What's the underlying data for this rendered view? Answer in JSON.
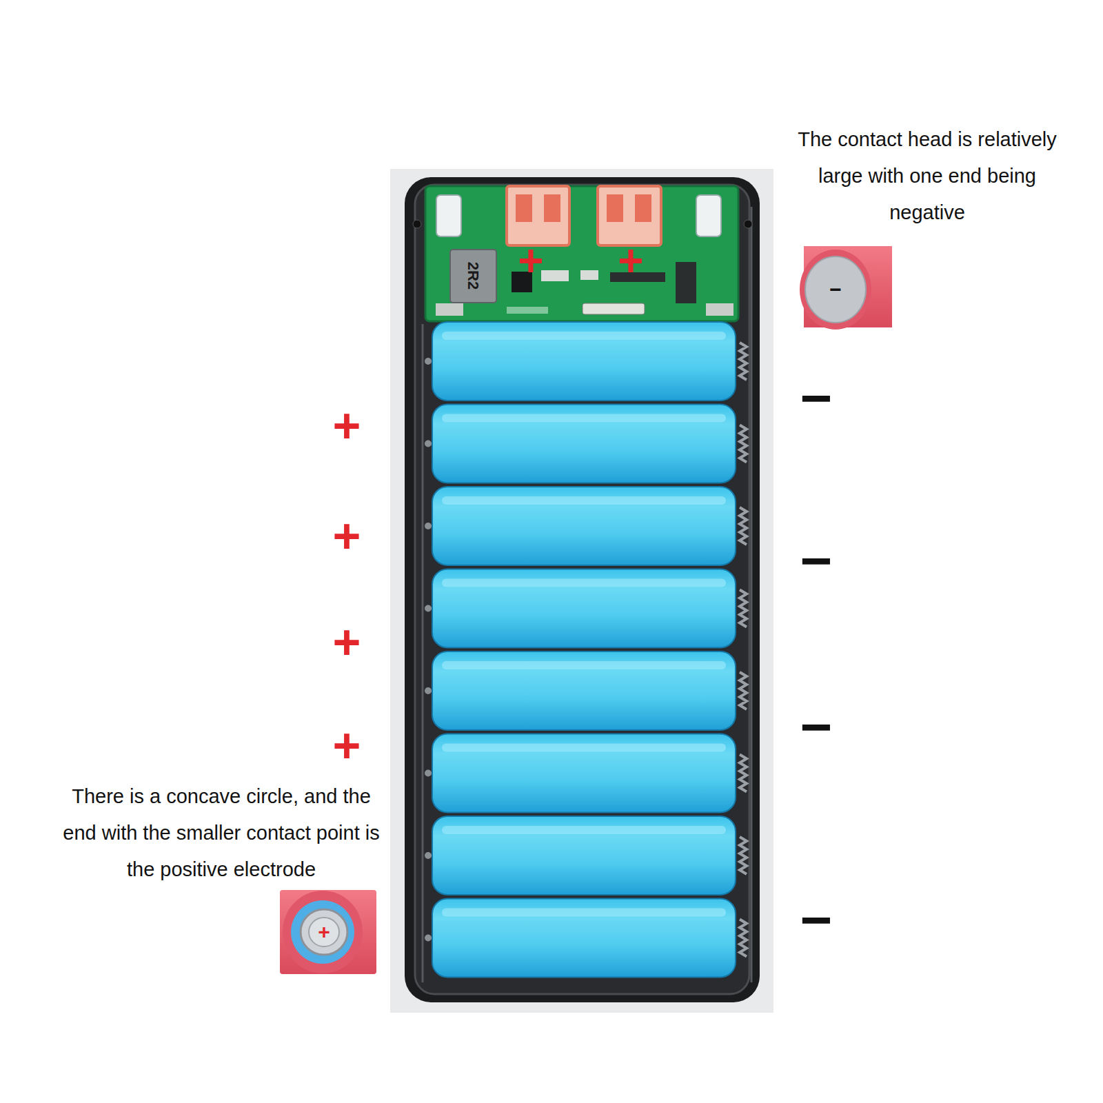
{
  "diagram": {
    "labels": [
      "The contact head is relatively large with one end being negative",
      "There is a concave circle, and the end with the smaller contact point is the positive electrode",
      "2R2",
      "+",
      "+",
      "−",
      "+",
      "+",
      "+",
      "+",
      "+",
      "−",
      "−",
      "−",
      "−"
    ]
  }
}
